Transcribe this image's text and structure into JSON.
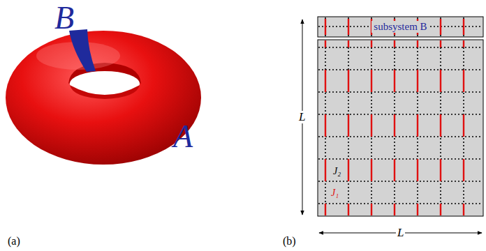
{
  "diagram": {
    "nodes": [
      {
        "text": [
          "subsystem B"
        ]
      }
    ],
    "labels": [
      "B",
      "A",
      "(a)",
      "L",
      "L",
      "J₂",
      "J₁",
      "(b)"
    ]
  }
}
